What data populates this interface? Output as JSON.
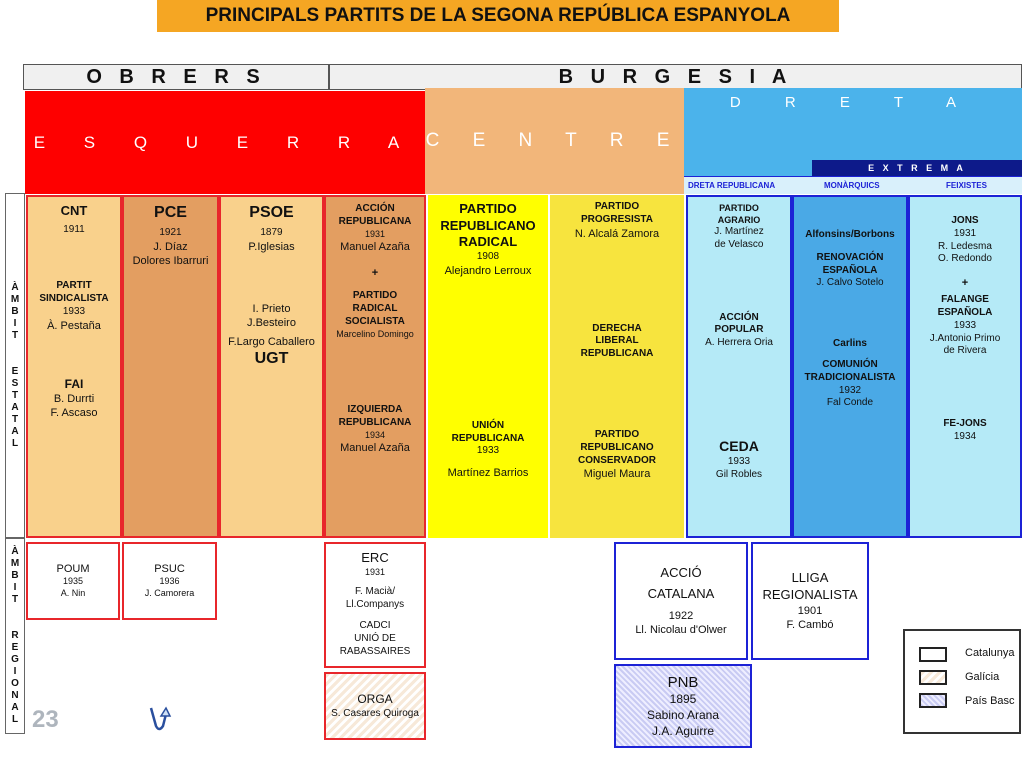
{
  "title": "PRINCIPALS PARTITS DE LA SEGONA REPÚBLICA ESPANYOLA",
  "headers": {
    "obrers": "O B R E R S",
    "burgesia": "B U R G E S I A"
  },
  "sectors": {
    "esquerra": "E S Q U E R R A",
    "centre": "C E N T R E",
    "dreta": "D R E T A",
    "extrema": "E X T R E M A",
    "dreta_republicana": "DRETA REPUBLICANA",
    "monarquics": "MONÀRQUICS",
    "feixistes": "FEIXISTES"
  },
  "side_labels": {
    "estatal": [
      "À",
      "M",
      "B",
      "I",
      "T",
      "",
      "E",
      "S",
      "T",
      "A",
      "T",
      "A",
      "L"
    ],
    "regional": [
      "À",
      "M",
      "B",
      "I",
      "T",
      "",
      "R",
      "E",
      "G",
      "I",
      "O",
      "N",
      "A",
      "L"
    ]
  },
  "colors": {
    "esquerra": "#fe0000",
    "centre": "#f2b67a",
    "dreta": "#4bb3eb",
    "extrema": "#0d1a8a",
    "cnt": "#f9d18c",
    "pce": "#e39e61",
    "psoe": "#f9d18c",
    "accion": "#e39e61",
    "radical": "#ffff00",
    "progresista": "#f7e43e",
    "agrario": "#b5eaf7",
    "monarquic": "#4aa9e6",
    "feixista": "#b5eaf7"
  },
  "estatal": {
    "cnt": {
      "name": "CNT",
      "year": "1911",
      "sub1": "PARTIT",
      "sub2": "SINDICALISTA",
      "sub_year": "1933",
      "sub_leader": "À. Pestaña",
      "fai": "FAI",
      "fai_l1": "B. Durrti",
      "fai_l2": "F. Ascaso"
    },
    "pce": {
      "name": "PCE",
      "year": "1921",
      "l1": "J. Díaz",
      "l2": "Dolores Ibarruri"
    },
    "psoe": {
      "name": "PSOE",
      "year": "1879",
      "l1": "P.Iglesias",
      "l2": "I. Prieto",
      "l3": "J.Besteiro",
      "l4": "F.Largo Caballero",
      "ugt": "UGT"
    },
    "accion": {
      "n1": "ACCIÓN",
      "n2": "REPUBLICANA",
      "year": "1931",
      "leader": "Manuel Azaña",
      "plus": "+",
      "p1": "PARTIDO",
      "p2": "RADICAL",
      "p3": "SOCIALISTA",
      "p_leader": "Marcelino Domingo",
      "iz1": "IZQUIERDA",
      "iz2": "REPUBLICANA",
      "iz_year": "1934",
      "iz_leader": "Manuel Azaña"
    },
    "radical": {
      "n1": "PARTIDO",
      "n2": "REPUBLICANO",
      "n3": "RADICAL",
      "year": "1908",
      "leader": "Alejandro Lerroux",
      "u1": "UNIÓN",
      "u2": "REPUBLICANA",
      "u_year": "1933",
      "u_leader": "Martínez Barrios"
    },
    "progresista": {
      "n1": "PARTIDO",
      "n2": "PROGRESISTA",
      "leader": "N. Alcalá Zamora",
      "d1": "DERECHA",
      "d2": "LIBERAL",
      "d3": "REPUBLICANA",
      "c1": "PARTIDO",
      "c2": "REPUBLICANO",
      "c3": "CONSERVADOR",
      "c_leader": "Miguel Maura"
    },
    "agrario": {
      "n1": "PARTIDO",
      "n2": "AGRARIO",
      "l1": "J. Martínez",
      "l2": "de Velasco",
      "a1": "ACCIÓN",
      "a2": "POPULAR",
      "a_leader": "A. Herrera Oria",
      "ceda": "CEDA",
      "ceda_year": "1933",
      "ceda_leader": "Gil Robles"
    },
    "monarquic": {
      "n1": "Alfonsins/Borbons",
      "r1": "RENOVACIÓN",
      "r2": "ESPAÑOLA",
      "r_leader": "J. Calvo Sotelo",
      "carl": "Carlins",
      "c1": "COMUNIÓN",
      "c2": "TRADICIONALISTA",
      "c_year": "1932",
      "c_leader": "Fal Conde"
    },
    "feixista": {
      "n1": "JONS",
      "year": "1931",
      "l1": "R. Ledesma",
      "l2": "O. Redondo",
      "plus": "+",
      "f1": "FALANGE",
      "f2": "ESPAÑOLA",
      "f_year": "1933",
      "f_l1": "J.Antonio Primo",
      "f_l2": "de Rivera",
      "fj": "FE-JONS",
      "fj_year": "1934"
    }
  },
  "regional": {
    "poum": {
      "name": "POUM",
      "year": "1935",
      "leader": "A. Nin"
    },
    "psuc": {
      "name": "PSUC",
      "year": "1936",
      "leader": "J. Camorera"
    },
    "erc": {
      "name": "ERC",
      "year": "1931",
      "l1": "F. Macià/",
      "l2": "Ll.Companys",
      "c1": "CADCI",
      "c2": "UNIÓ DE",
      "c3": "RABASSAIRES"
    },
    "orga": {
      "name": "ORGA",
      "leader": "S. Casares Quiroga"
    },
    "accio": {
      "n1": "ACCIÓ",
      "n2": "CATALANA",
      "year": "1922",
      "leader": "Ll. Nicolau d'Olwer"
    },
    "lliga": {
      "n1": "LLIGA",
      "n2": "REGIONALISTA",
      "year": "1901",
      "leader": "F. Cambó"
    },
    "pnb": {
      "name": "PNB",
      "year": "1895",
      "l1": "Sabino Arana",
      "l2": "J.A. Aguirre"
    }
  },
  "legend": {
    "catalunya": "Catalunya",
    "galicia": "Galícia",
    "pais_basc": "País Basc"
  },
  "slide_number": "23"
}
